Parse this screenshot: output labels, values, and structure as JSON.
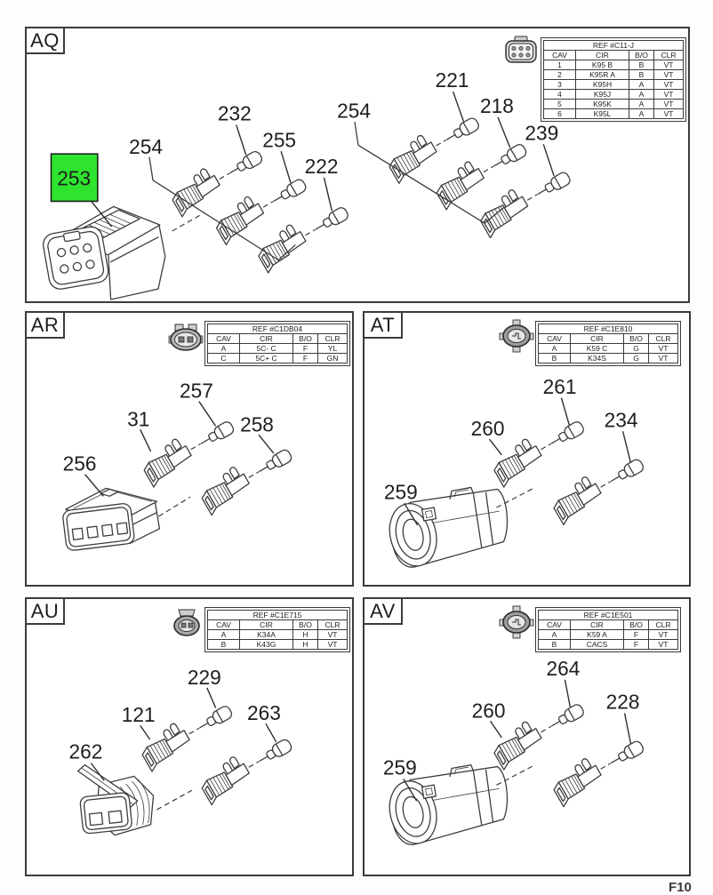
{
  "page": {
    "footer_code": "F10"
  },
  "panels": {
    "aq": {
      "label": "AQ",
      "icon": "connector-face-6cav-icon",
      "highlight_color": "#2ee42e",
      "table": {
        "ref": "REF #C11-J",
        "headers": [
          "CAV",
          "CIR",
          "B/O",
          "CLR"
        ],
        "rows": [
          [
            "1",
            "K95 B",
            "B",
            "VT"
          ],
          [
            "2",
            "K95R A",
            "B",
            "VT"
          ],
          [
            "3",
            "K95H",
            "A",
            "VT"
          ],
          [
            "4",
            "K95J",
            "A",
            "VT"
          ],
          [
            "5",
            "K95K",
            "A",
            "VT"
          ],
          [
            "6",
            "K95L",
            "A",
            "VT"
          ]
        ]
      },
      "callouts": {
        "connector": "253",
        "group_left": "254",
        "group_right": "254",
        "seal_left_1": "232",
        "seal_left_2": "255",
        "seal_left_3": "222",
        "seal_right_1": "221",
        "seal_right_2": "218",
        "seal_right_3": "239"
      }
    },
    "ar": {
      "label": "AR",
      "icon": "connector-face-oval-2cav-icon",
      "table": {
        "ref": "REF #C1DB04",
        "headers": [
          "CAV",
          "CIR",
          "B/O",
          "CLR"
        ],
        "rows": [
          [
            "A",
            "5C- C",
            "F",
            "YL"
          ],
          [
            "C",
            "5C+ C",
            "F",
            "GN"
          ]
        ]
      },
      "callouts": {
        "connector": "256",
        "terminal": "31",
        "seal_1": "257",
        "seal_2": "258"
      }
    },
    "at": {
      "label": "AT",
      "icon": "connector-face-round-icon",
      "table": {
        "ref": "REF #C1E810",
        "headers": [
          "CAV",
          "CIR",
          "B/O",
          "CLR"
        ],
        "rows": [
          [
            "A",
            "K59 C",
            "G",
            "VT"
          ],
          [
            "B",
            "K34S",
            "G",
            "VT"
          ]
        ]
      },
      "callouts": {
        "connector": "259",
        "terminal": "260",
        "seal_1": "261",
        "seal_2": "234"
      }
    },
    "au": {
      "label": "AU",
      "icon": "connector-face-oval-cap-icon",
      "table": {
        "ref": "REF #C1E715",
        "headers": [
          "CAV",
          "CIR",
          "B/O",
          "CLR"
        ],
        "rows": [
          [
            "A",
            "K34A",
            "H",
            "VT"
          ],
          [
            "B",
            "K43G",
            "H",
            "VT"
          ]
        ]
      },
      "callouts": {
        "connector": "262",
        "terminal": "121",
        "seal_1": "229",
        "seal_2": "263"
      }
    },
    "av": {
      "label": "AV",
      "icon": "connector-face-round-icon",
      "table": {
        "ref": "REF #C1E501",
        "headers": [
          "CAV",
          "CIR",
          "B/O",
          "CLR"
        ],
        "rows": [
          [
            "A",
            "K59 A",
            "F",
            "VT"
          ],
          [
            "B",
            "CACS",
            "F",
            "VT"
          ]
        ]
      },
      "callouts": {
        "connector": "259",
        "terminal": "260",
        "seal_1": "264",
        "seal_2": "228"
      }
    }
  }
}
